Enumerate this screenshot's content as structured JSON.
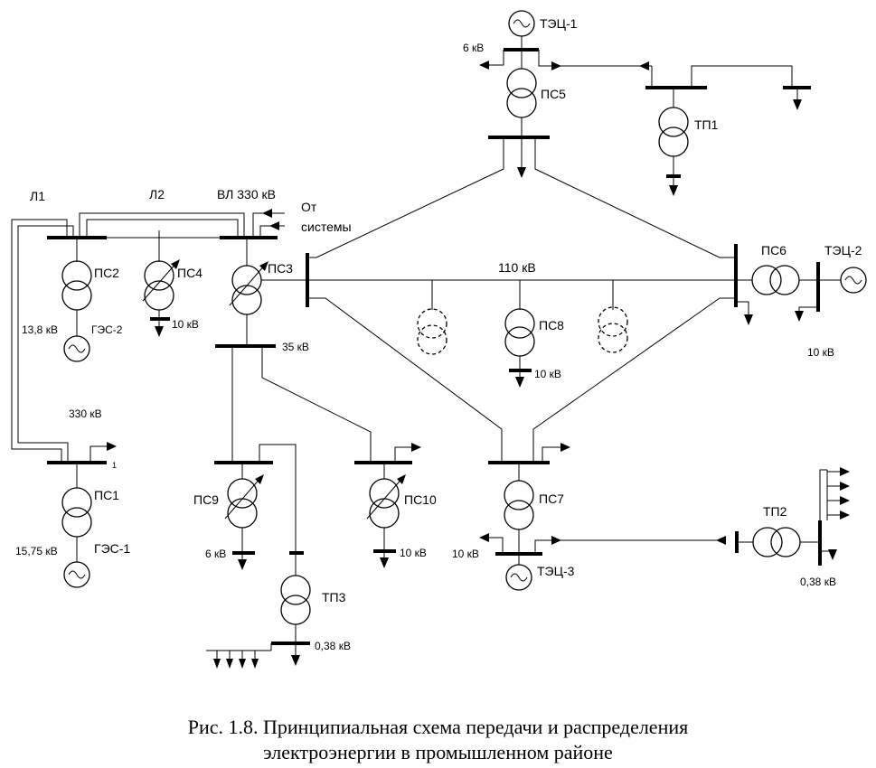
{
  "caption": {
    "line1": "Рис. 1.8. Принципиальная схема передачи и распределения",
    "line2": "электроэнергии в промышленном районе"
  },
  "labels": {
    "tec1": "ТЭЦ-1",
    "tec1_6kv": "6 кВ",
    "ps5": "ПС5",
    "tp1": "ТП1",
    "l1": "Л1",
    "l2": "Л2",
    "vl330": "ВЛ 330 кВ",
    "from_system_1": "От",
    "from_system_2": "системы",
    "ps2": "ПС2",
    "ps4": "ПС4",
    "ps3": "ПС3",
    "bus110": "110 кВ",
    "ps6": "ПС6",
    "tec2": "ТЭЦ-2",
    "ps6_10kv": "10 кВ",
    "ps2_13_8kv": "13,8 кВ",
    "ges2": "ГЭС-2",
    "ps4_10kv": "10 кВ",
    "ps3_35kv": "35 кВ",
    "ps8": "ПС8",
    "ps8_10kv": "10 кВ",
    "l330kv": "330 кВ",
    "ps1_mark": "1",
    "ps1": "ПС1",
    "ps9": "ПС9",
    "ps10": "ПС10",
    "ps7": "ПС7",
    "tp2": "ТП2",
    "ps1_15_75kv": "15,75 кВ",
    "ges1": "ГЭС-1",
    "ps9_6kv": "6 кВ",
    "ps10_10kv": "10 кВ",
    "ps7_10kv": "10 кВ",
    "tec3": "ТЭЦ-3",
    "tp2_038kv": "0,38 кВ",
    "tp3": "ТП3",
    "tp3_038kv": "0,38 кВ"
  }
}
